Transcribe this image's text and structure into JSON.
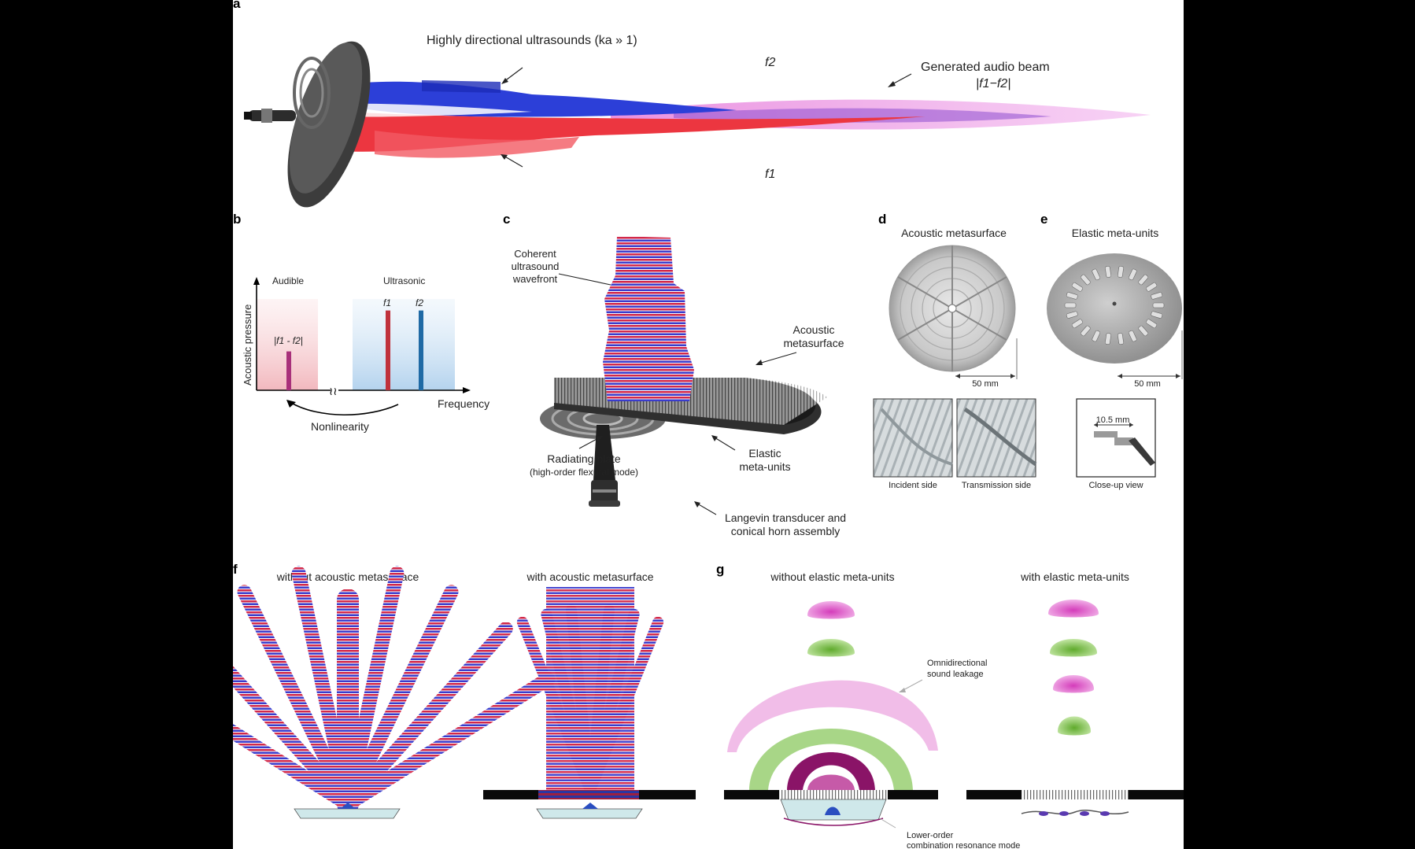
{
  "panels": {
    "a": "a",
    "b": "b",
    "c": "c",
    "d": "d",
    "e": "e",
    "f": "f",
    "g": "g"
  },
  "a": {
    "title": "Highly directional ultrasounds (ka » 1)",
    "f2": "f2",
    "f1": "f1",
    "audio_beam": "Generated audio beam",
    "audio_beam_formula": "|f1−f2|"
  },
  "b": {
    "ylabel": "Acoustic pressure",
    "xlabel": "Frequency",
    "audible": "Audible",
    "ultrasonic": "Ultrasonic",
    "diff_label": "|f1 - f2|",
    "f1": "f1",
    "f2": "f2",
    "nonlinearity": "Nonlinearity",
    "bar_levels": {
      "diff": 0.38,
      "f1": 0.78,
      "f2": 0.78
    },
    "colors": {
      "diff": "#a8307a",
      "f1": "#c0323c",
      "f2": "#1f6aa5",
      "audible_bg": "#f4c9cd",
      "ultra_bg": "#c6def2"
    }
  },
  "c": {
    "coherent": [
      "Coherent",
      "ultrasound",
      "wavefront"
    ],
    "acoustic_meta": [
      "Acoustic",
      "metasurface"
    ],
    "elastic": [
      "Elastic",
      "meta-units"
    ],
    "radiating": [
      "Radiating plate",
      "(high-order flexural mode)"
    ],
    "langevin": [
      "Langevin transducer and",
      "conical horn assembly"
    ]
  },
  "d": {
    "title": "Acoustic metasurface",
    "scale": "50 mm",
    "incident": "Incident side",
    "transmission": "Transmission side"
  },
  "e": {
    "title": "Elastic meta-units",
    "scale": "50 mm",
    "closeup_scale": "10.5 mm",
    "closeup": "Close-up view"
  },
  "f": {
    "left_title": "without acoustic metasurface",
    "right_title": "with acoustic metasurface"
  },
  "g": {
    "left_title": "without elastic meta-units",
    "right_title": "with elastic meta-units",
    "omni": [
      "Omnidirectional",
      "sound leakage"
    ],
    "lower": [
      "Lower-order",
      "combination resonance mode"
    ]
  },
  "colors": {
    "red": "#e8323c",
    "blue": "#2b3fd6",
    "pink": "#e27ad0",
    "green": "#7cc24a",
    "magenta": "#8a1467"
  }
}
